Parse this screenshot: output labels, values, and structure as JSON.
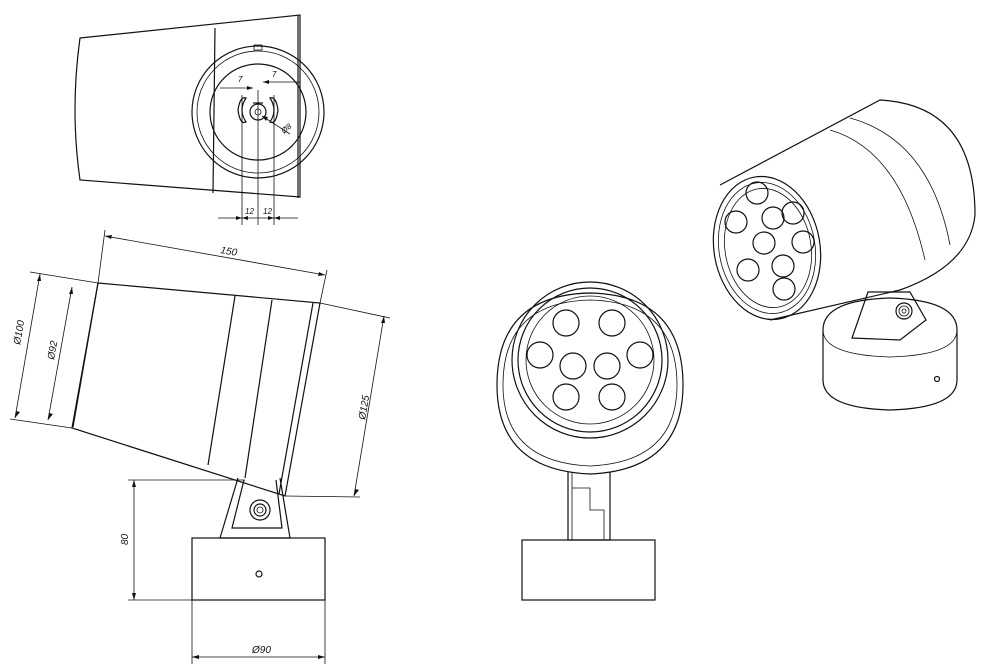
{
  "dimensions": {
    "length": "150",
    "dia_outer": "Ø100",
    "dia_inner": "Ø92",
    "dia_front": "Ø125",
    "height": "80",
    "base_dia": "Ø90",
    "hole_dia": "Ø8",
    "slot_left": "7",
    "slot_right": "7",
    "spacing_left": "12",
    "spacing_right": "12"
  },
  "views": [
    "rear-view",
    "side-view",
    "front-view",
    "isometric-view"
  ],
  "led_count": 9
}
